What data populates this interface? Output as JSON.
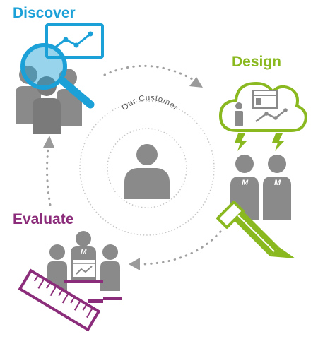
{
  "stages": {
    "discover": {
      "label": "Discover",
      "color": "#1ba1d8"
    },
    "design": {
      "label": "Design",
      "color": "#8ab81f"
    },
    "evaluate": {
      "label": "Evaluate",
      "color": "#8b2d7a"
    }
  },
  "center": {
    "label": "Our Customer"
  },
  "colors": {
    "person": "#8a8a8a",
    "person_dark": "#7a7a7a",
    "ring_dots": "#b5b5b5",
    "arrow_dots": "#9a9a9a"
  },
  "icons": [
    "magnifier-icon",
    "chart-card-icon",
    "people-group-icon",
    "cloud-icon",
    "browser-window-icon",
    "lightning-icon",
    "pencil-icon",
    "ruler-icon",
    "monitor-icon",
    "customer-person-icon"
  ]
}
